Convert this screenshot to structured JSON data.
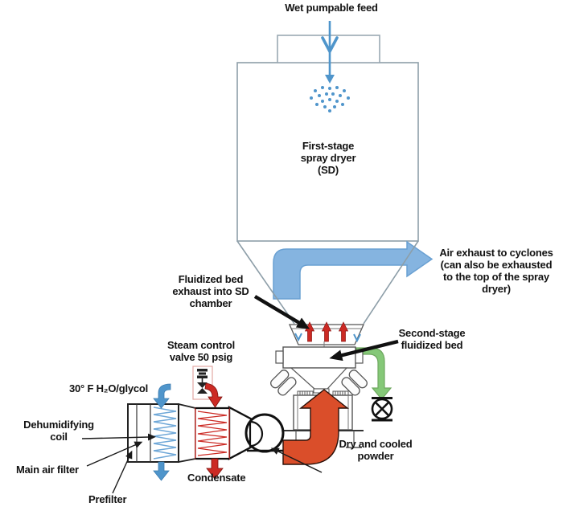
{
  "title": "Two-stage spray drying system process diagram",
  "labels": {
    "wet_feed": "Wet pumpable feed",
    "spray_dryer": "First-stage\nspray dryer\n(SD)",
    "air_exhaust": "Air exhaust to cyclones\n(can also be exhausted\nto the top of the spray\ndryer)",
    "fluidized_bed_exhaust": "Fluidized bed\nexhaust into SD\nchamber",
    "second_stage": "Second-stage\nfluidized bed",
    "steam_valve": "Steam control\nvalve 50 psig",
    "glycol": "30° F H₂O/glycol",
    "dehumidifying_coil": "Dehumidifying\ncoil",
    "main_air_filter": "Main air filter",
    "prefilter": "Prefilter",
    "condensate": "Condensate",
    "dry_powder": "Dry and cooled\npowder"
  },
  "colors": {
    "flow_blue": "#85b4e0",
    "line_blue": "#4f95cb",
    "hot_red": "#cc2a24",
    "powder_orange": "#da4e2a",
    "green": "#85c878",
    "outline": "#333333",
    "vessel": "#8d9ea8"
  }
}
